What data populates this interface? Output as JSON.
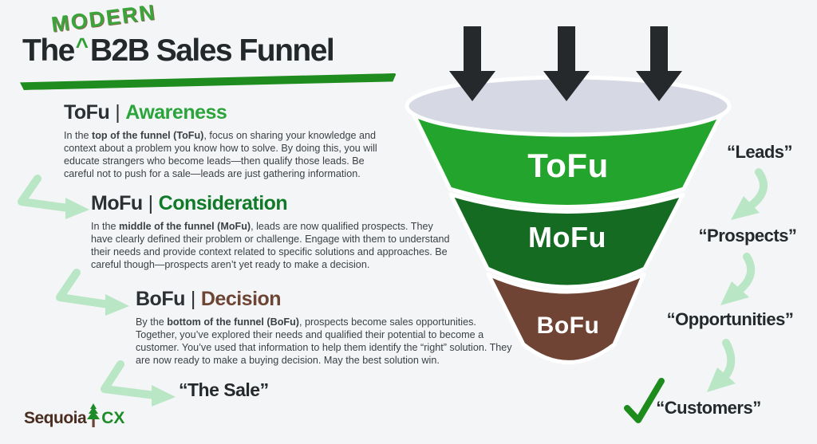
{
  "title": {
    "annotation": "MODERN",
    "caret": "^",
    "part1": "The",
    "part2": "B2B Sales Funnel"
  },
  "sections": {
    "tofu": {
      "abbr": "ToFu",
      "divider": "|",
      "stage": "Awareness",
      "intro": "In the ",
      "bold": "top of the funnel (ToFu)",
      "rest": ", focus on sharing your knowledge and context about a problem you know how to solve. By doing this, you will educate strangers who become leads—then qualify those leads. Be careful not to push for a sale—leads are just gathering information."
    },
    "mofu": {
      "abbr": "MoFu",
      "divider": "|",
      "stage": "Consideration",
      "intro": "In the ",
      "bold": "middle of the funnel (MoFu)",
      "rest": ", leads are now qualified prospects. They have clearly defined their problem or challenge. Engage with them to understand their needs and provide context related to specific solutions and approaches. Be careful though—prospects aren’t yet ready to make a decision."
    },
    "bofu": {
      "abbr": "BoFu",
      "divider": "|",
      "stage": "Decision",
      "intro": "By the ",
      "bold": "bottom of the funnel (BoFu)",
      "rest": ", prospects become sales opportunities. Together, you’ve explored their needs and qualified their potential to become a customer. You’ve used that information to help them identify the “right” solution. They are now ready to make a buying decision. May the best solution win."
    }
  },
  "funnel": {
    "bands": [
      {
        "label": "ToFu",
        "color": "#23a42c"
      },
      {
        "label": "MoFu",
        "color": "#156b22"
      },
      {
        "label": "BoFu",
        "color": "#6f4434"
      }
    ]
  },
  "flow": {
    "leads": "“Leads”",
    "prospects": "“Prospects”",
    "opportunities": "“Opportunities”",
    "customers": "“Customers”",
    "sale": "“The Sale”"
  },
  "logo": {
    "word": "Sequoia",
    "suffix": "CX"
  },
  "colors": {
    "background": "#f4f5f7",
    "ink": "#24292c",
    "body_text": "#3b4045",
    "tofu_green": "#23a42c",
    "mofu_green": "#156b22",
    "bofu_brown": "#6f4434",
    "awareness_green": "#2aa43b",
    "consideration_green": "#0f7a28",
    "decision_brown": "#6e4434",
    "modern_green": "#3aa53a",
    "underline_green": "#1f8c1f",
    "soft_arrow_green": "#b9e6c4",
    "check_green": "#1d8c1d",
    "funnel_rim_gray": "#d6d9e4",
    "inflow_arrow_black": "#26292c",
    "logo_brown": "#4a2d21",
    "logo_green": "#1d8c28"
  }
}
